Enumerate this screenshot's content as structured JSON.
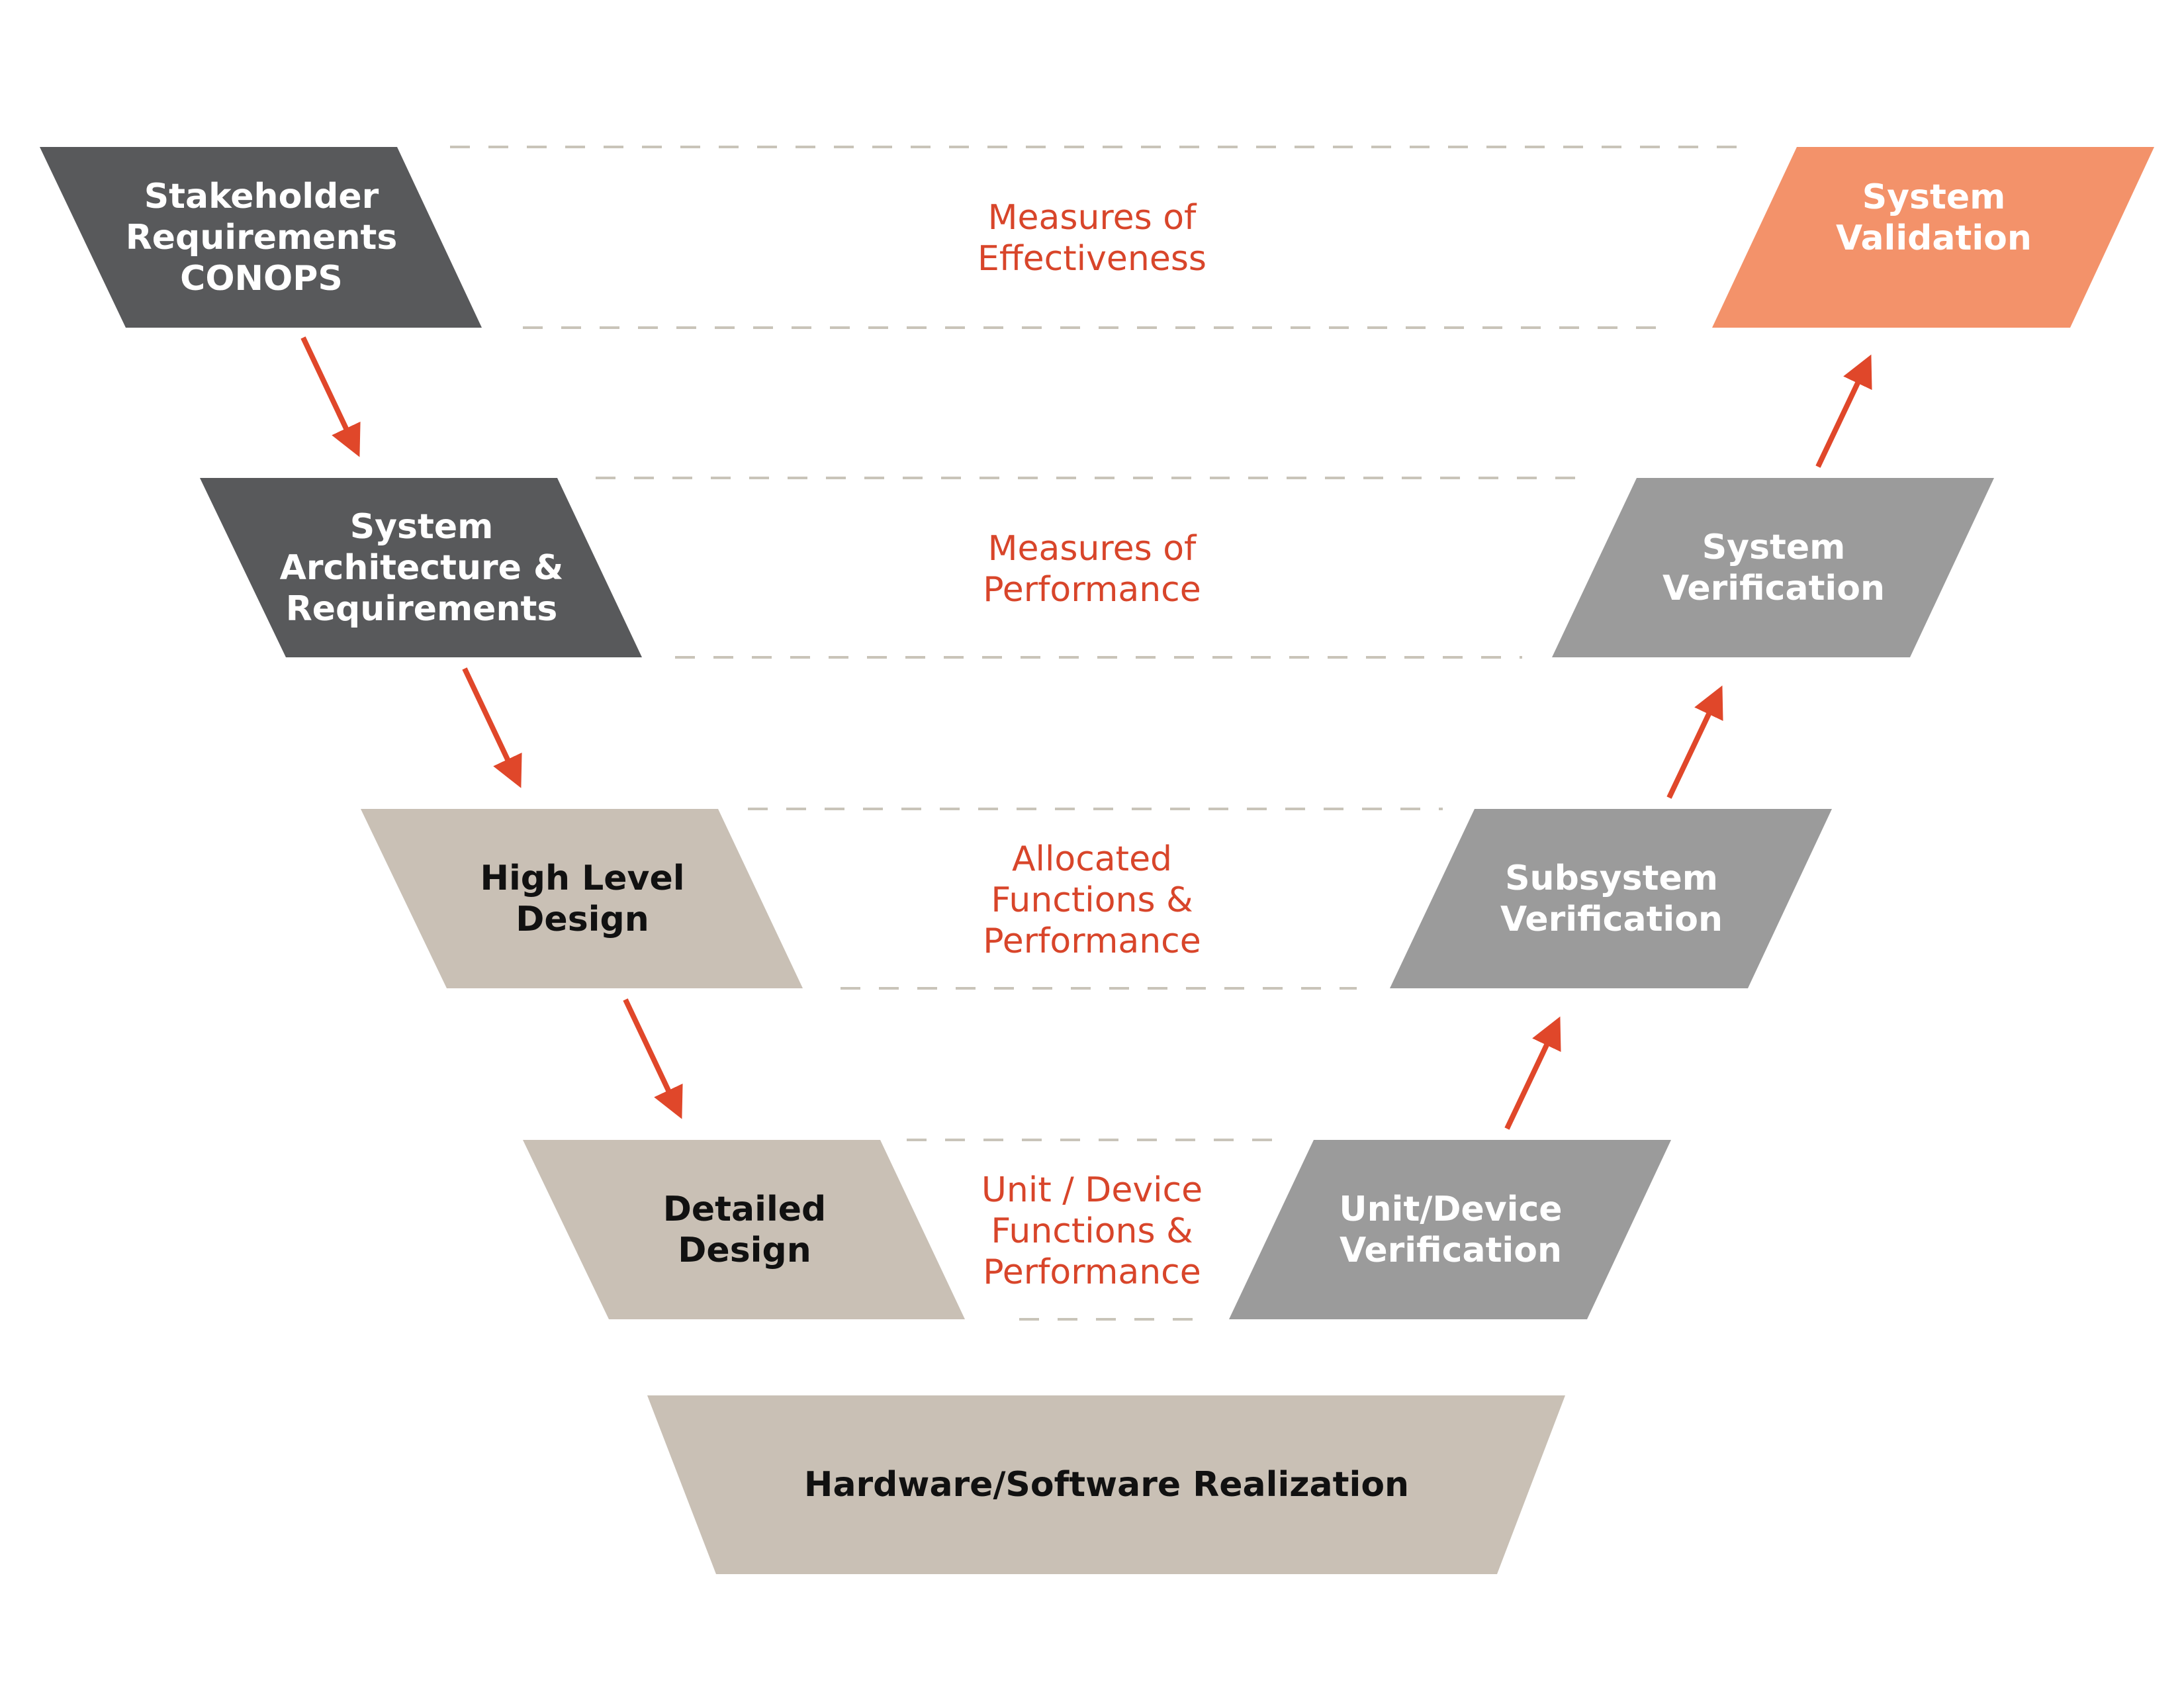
{
  "colors": {
    "dark_box": "#58595b",
    "mid_box": "#9b9b9b",
    "light_box": "#c9c0b5",
    "validation_box": "#f3926a",
    "arrow": "#e0472a",
    "measure_text": "#d8452a",
    "dashed_line": "#c9c4b9"
  },
  "left_leg": {
    "stakeholder": "Stakeholder\nRequirements\nCONOPS",
    "architecture": "System\nArchitecture &\nRequirements",
    "high_level": "High Level\nDesign",
    "detailed": "Detailed\nDesign"
  },
  "bottom": {
    "realization": "Hardware/Software Realization"
  },
  "right_leg": {
    "unit_verification": "Unit/Device\nVerification",
    "subsystem_verification": "Subsystem\nVerification",
    "system_verification": "System\nVerification",
    "system_validation": "System\nValidation"
  },
  "measures": {
    "effectiveness": "Measures of\nEffectiveness",
    "performance": "Measures of\nPerformance",
    "allocated": "Allocated\nFunctions &\nPerformance",
    "unit": "Unit / Device\nFunctions &\nPerformance"
  }
}
